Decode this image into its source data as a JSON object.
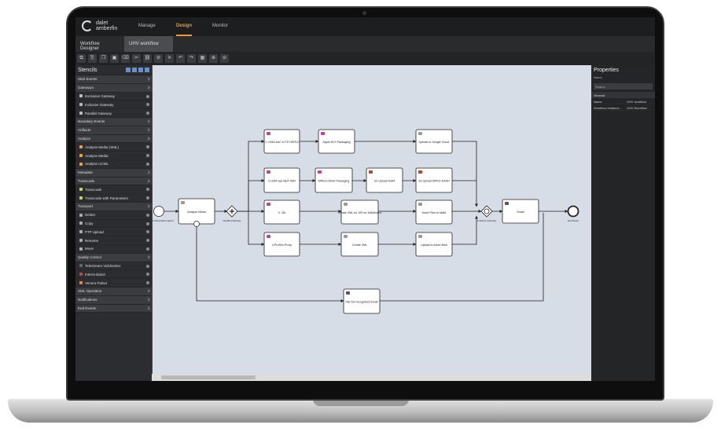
{
  "brand": {
    "line1": "dalet",
    "line2": "amberfin"
  },
  "nav": {
    "items": [
      "Manage",
      "Design",
      "Monitor"
    ],
    "active": "Design"
  },
  "tabs": [
    "Workflow Designer",
    "UHV workflow"
  ],
  "toolbar_icons": [
    "copy-icon",
    "paste-icon",
    "duplicate-icon",
    "save-icon",
    "delete-icon",
    "cut-icon",
    "link-icon",
    "unlink-icon",
    "close-icon",
    "undo-icon",
    "redo-icon",
    "layout-icon",
    "zoom-in-icon",
    "zoom-out-icon"
  ],
  "stencils": {
    "title": "Stencils",
    "rows": [
      {
        "label": "Start Events",
        "type": "group"
      },
      {
        "label": "Gateways",
        "type": "group-open"
      },
      {
        "label": "Exclusive Gateway",
        "type": "sub",
        "icon": "#bbb"
      },
      {
        "label": "Inclusive Gateway",
        "type": "sub",
        "icon": "#bbb"
      },
      {
        "label": "Parallel Gateway",
        "type": "sub",
        "icon": "#bbb"
      },
      {
        "label": "Boundary Events",
        "type": "group"
      },
      {
        "label": "Artifacts",
        "type": "group"
      },
      {
        "label": "Analyze",
        "type": "group-open"
      },
      {
        "label": "Analyse Media (XML)",
        "type": "sub",
        "icon": "#e8a33a"
      },
      {
        "label": "Analyse Media",
        "type": "sub",
        "icon": "#e8a33a"
      },
      {
        "label": "Analyse UCML",
        "type": "sub",
        "icon": "#e8a33a"
      },
      {
        "label": "Metadata",
        "type": "group"
      },
      {
        "label": "Transcode",
        "type": "group-open"
      },
      {
        "label": "Transcode",
        "type": "sub",
        "icon": "#c8d84a"
      },
      {
        "label": "Transcode with Parameters",
        "type": "sub",
        "icon": "#c8d84a"
      },
      {
        "label": "Transport",
        "type": "group-open"
      },
      {
        "label": "Delete",
        "type": "sub",
        "icon": "#aaa"
      },
      {
        "label": "Copy",
        "type": "sub",
        "icon": "#aaa"
      },
      {
        "label": "FTP Upload",
        "type": "sub",
        "icon": "#aaa"
      },
      {
        "label": "Rename",
        "type": "sub",
        "icon": "#aaa"
      },
      {
        "label": "Move",
        "type": "sub",
        "icon": "#aaa"
      },
      {
        "label": "Quality Control",
        "type": "group-open"
      },
      {
        "label": "Telestream Vidchecker",
        "type": "sub",
        "icon": "#666"
      },
      {
        "label": "Interra Baton",
        "type": "sub",
        "icon": "#c54545"
      },
      {
        "label": "Venera Pulsar",
        "type": "sub",
        "icon": "#e8823a"
      },
      {
        "label": "XML Operation",
        "type": "group"
      },
      {
        "label": "Notifications",
        "type": "group"
      },
      {
        "label": "End Events",
        "type": "group"
      }
    ]
  },
  "properties": {
    "title": "Properties",
    "name_label": "Name",
    "search_placeholder": "Search",
    "section": "General",
    "rows": [
      {
        "k": "Name",
        "v": "UHV workflow"
      },
      {
        "k": "Workflow Instance...",
        "v": "UHV Workflow"
      }
    ]
  },
  "workflow": {
    "start_event": "Start with Parameters Event",
    "analyse": "Analyse Media",
    "parallel_gateway": "Parallel Gateway",
    "inclusive_gateway": "Inclusive Gateway",
    "email": "Email",
    "end_event": "End Event",
    "row1": [
      "1. H264 AAC in TS HDR10",
      "Apple HLS Packaging",
      "Upload to Google Cloud"
    ],
    "row2": [
      "2.H264 aac Mp4 SDR",
      "MPEG-DASH Packaging",
      "S3 Upload H264",
      "S3 Upload MPEG-DASH"
    ],
    "row3": [
      "3. J2k",
      "Create XML for J2K for MAMInsert",
      "Move Files to MAM"
    ],
    "row4": [
      "4.ProRes Proxy",
      "Create XML",
      "Upload to Azure Blob"
    ],
    "error_email": "File Not recognized Email"
  }
}
